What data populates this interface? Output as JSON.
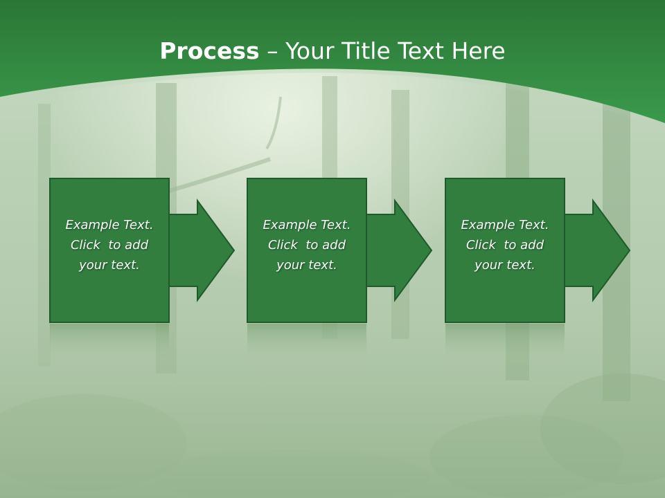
{
  "slide": {
    "title_bold": "Process",
    "title_rest": " – Your Title Text Here"
  },
  "steps": [
    {
      "line1": "Example Text.",
      "line2": "Click  to add",
      "line3": "your text."
    },
    {
      "line1": "Example Text.",
      "line2": "Click  to add",
      "line3": "your text."
    },
    {
      "line1": "Example Text.",
      "line2": "Click  to add",
      "line3": "your text."
    }
  ],
  "colors": {
    "header_green": "#2f8a3f",
    "box_green": "#317e3f",
    "box_border": "#1f5a2a",
    "background": "#bcd2b7"
  }
}
